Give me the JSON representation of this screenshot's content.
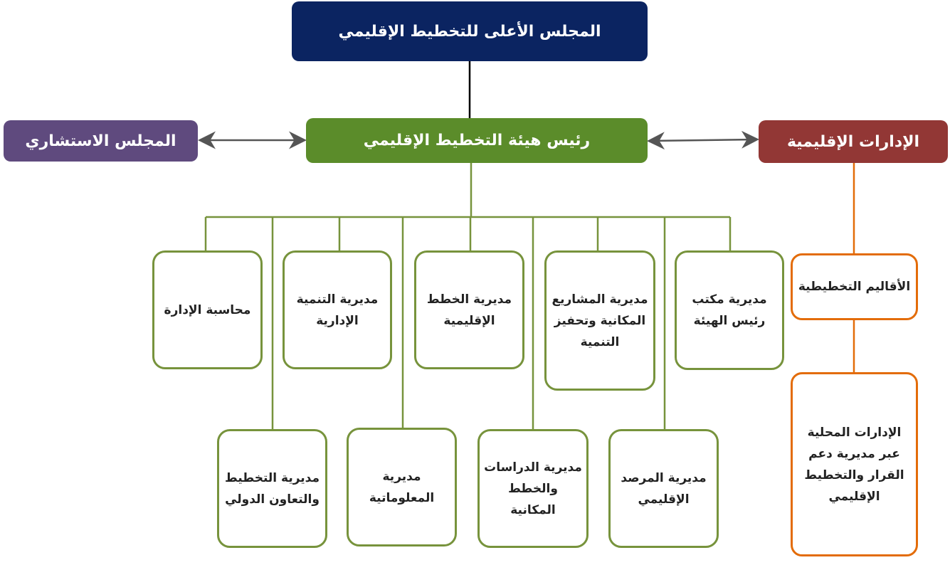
{
  "colors": {
    "navy": "#0b2461",
    "green": "#5b8c2a",
    "purple": "#5f4a7e",
    "red": "#923735",
    "dept_border": "#77933c",
    "regional_border": "#e36c09"
  },
  "top": "المجلس الأعلى للتخطيط الإقليمي",
  "president": "رئيس هيئة التخطيط الإقليمي",
  "advisory": "المجلس الاستشاري",
  "regional": "الإدارات الإقليمية",
  "depts_top": [
    "مديرية مكتب رئيس الهيئة",
    "مديرية المشاريع المكانية وتحفيز التنمية",
    "مديرية الخطط الإقليمية",
    "مديرية التنمية الإدارية",
    "محاسبة الإدارة"
  ],
  "depts_bottom": [
    "مديرية المرصد الإقليمي",
    "مديرية الدراسات والخطط المكانية",
    "مديرية المعلوماتية",
    "مديرية التخطيط والتعاون الدولي"
  ],
  "regional_children": [
    "الأقاليم التخطيطية",
    "الإدارات المحلية عبر مديرية دعم القرار والتخطيط الإقليمي"
  ]
}
